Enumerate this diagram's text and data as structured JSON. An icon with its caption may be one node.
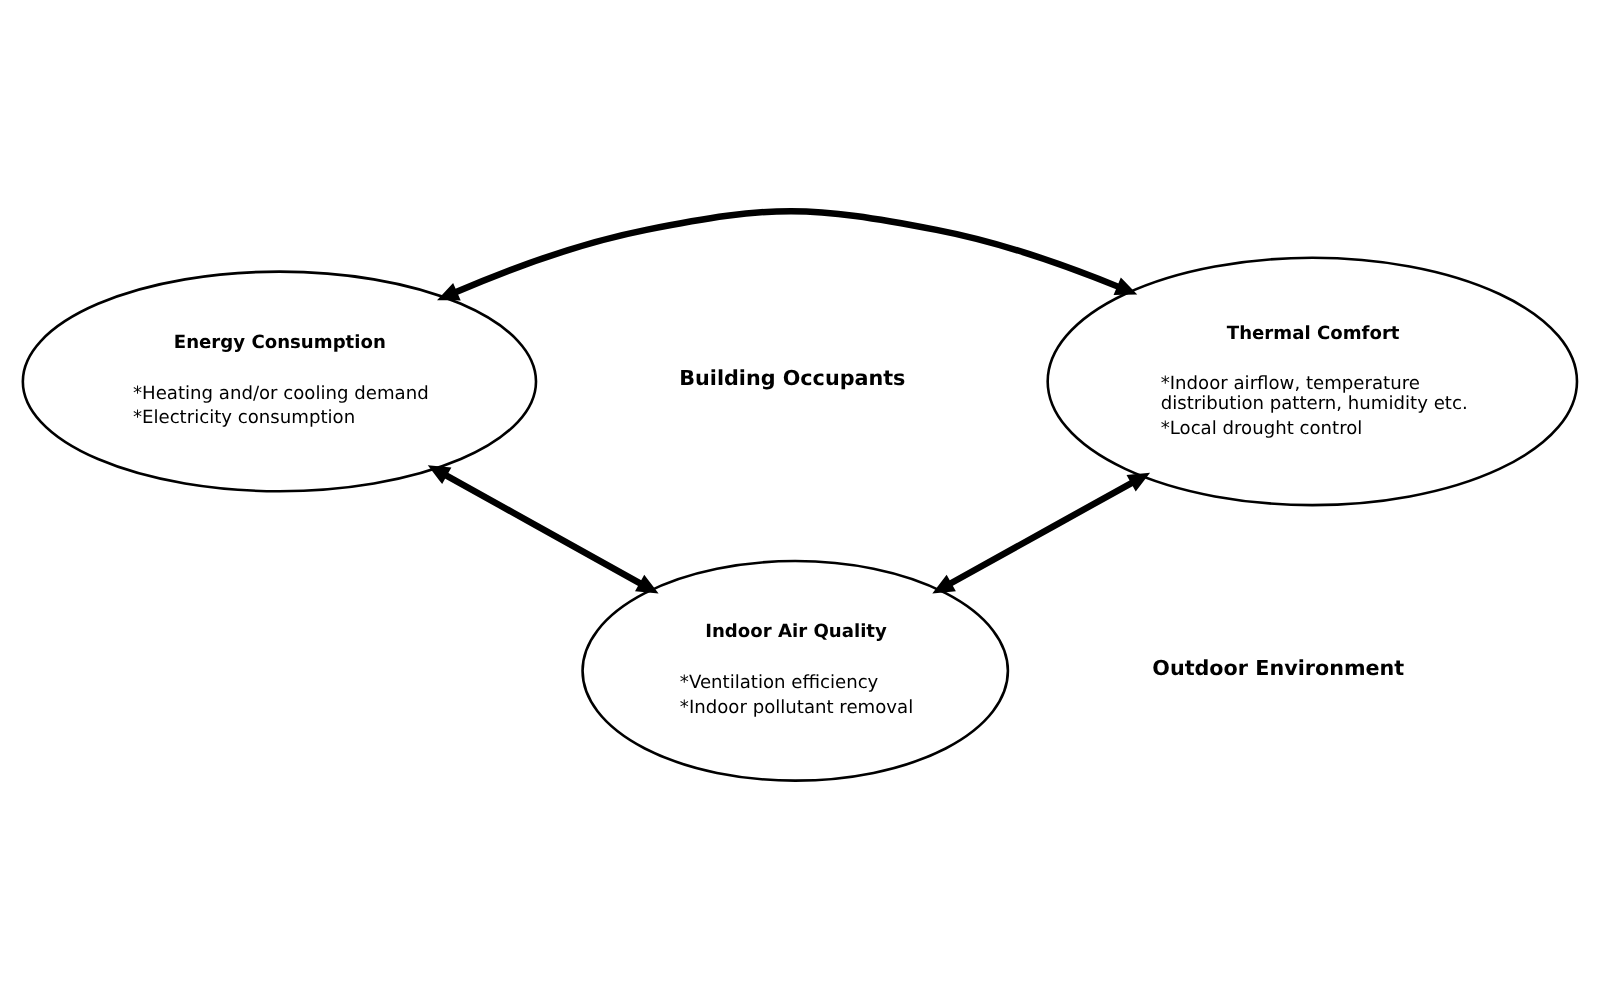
{
  "diagram": {
    "nodes": [
      {
        "text": [
          "Energy Consumption",
          "*Heating and/or cooling demand",
          "*Electricity consumption"
        ]
      },
      {
        "text": [
          "Thermal Comfort",
          "*Indoor airflow, temperature distribution pattern, humidity etc.",
          "*Local drought control"
        ]
      },
      {
        "text": [
          "Indoor Air Quality",
          "*Ventilation efficiency",
          "*Indoor pollutant removal"
        ]
      }
    ],
    "edges": [
      {
        "from": 0,
        "to": 1,
        "arrow": "both"
      },
      {
        "from": 0,
        "to": 2,
        "arrow": "both"
      },
      {
        "from": 2,
        "to": 1,
        "arrow": "both"
      }
    ],
    "labels": [
      "Building Occupants",
      "Outdoor Environment"
    ]
  }
}
